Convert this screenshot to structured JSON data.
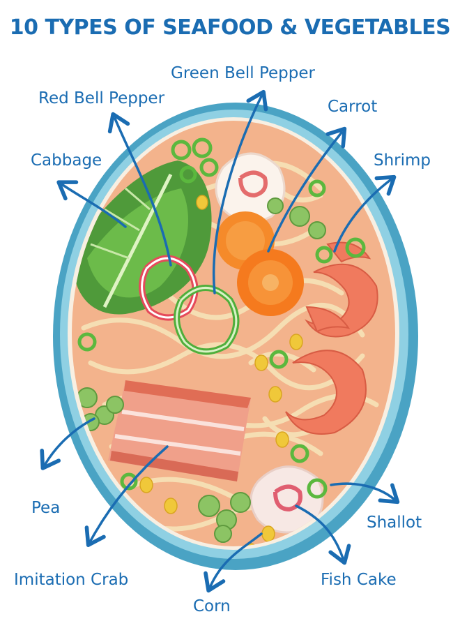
{
  "title": "10 TYPES OF SEAFOOD & VEGETABLES",
  "labels": {
    "green_bell_pepper": "Green Bell Pepper",
    "red_bell_pepper": "Red Bell Pepper",
    "carrot": "Carrot",
    "cabbage": "Cabbage",
    "shrimp": "Shrimp",
    "pea": "Pea",
    "shallot": "Shallot",
    "imitation_crab": "Imitation Crab",
    "fish_cake": "Fish Cake",
    "corn": "Corn"
  },
  "colors": {
    "label_blue": "#1a6cb2",
    "bowl_rim": "#5fb3cf",
    "broth": "#f4b98f",
    "noodle": "#f6e3bd",
    "cabbage": "#4f9a3a",
    "carrot": "#f58a2a",
    "shrimp": "#f07a5e",
    "crab": "#e9866f",
    "pea": "#7fb85a",
    "corn": "#f0c83a"
  }
}
